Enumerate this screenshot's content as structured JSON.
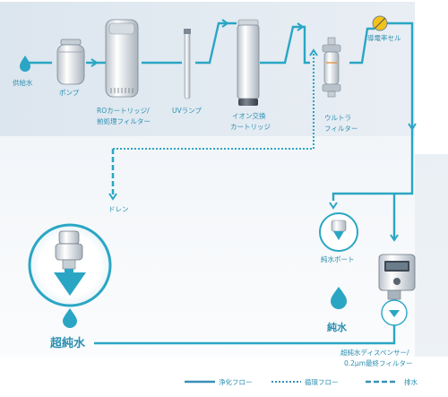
{
  "labels": {
    "feed_water": "供給水",
    "pump": "ポンプ",
    "ro_line1": "ROカートリッジ/",
    "ro_line2": "前処理フィルター",
    "uv_lamp": "UVランプ",
    "ion_line1": "イオン交換",
    "ion_line2": "カートリッジ",
    "ultra_line1": "ウルトラ",
    "ultra_line2": "フィルター",
    "conductivity_cell": "導電率セル",
    "drain": "ドレン",
    "pure_water_port": "純水ポート",
    "pure_water": "純水",
    "ultrapure_water": "超純水",
    "dispenser_line1": "超純水ディスペンサー/",
    "dispenser_line2": "0.2μm最終フィルター"
  },
  "legend": {
    "purify_flow": "浄化フロー",
    "circulation_flow": "循環フロー",
    "drain_flow": "排水"
  },
  "colors": {
    "flow": "#2aa6c4",
    "panel": "#e3eaf1",
    "text": "#2b8fb0",
    "legend_line": "#3a8fb8",
    "cell": "#f2c21a"
  }
}
